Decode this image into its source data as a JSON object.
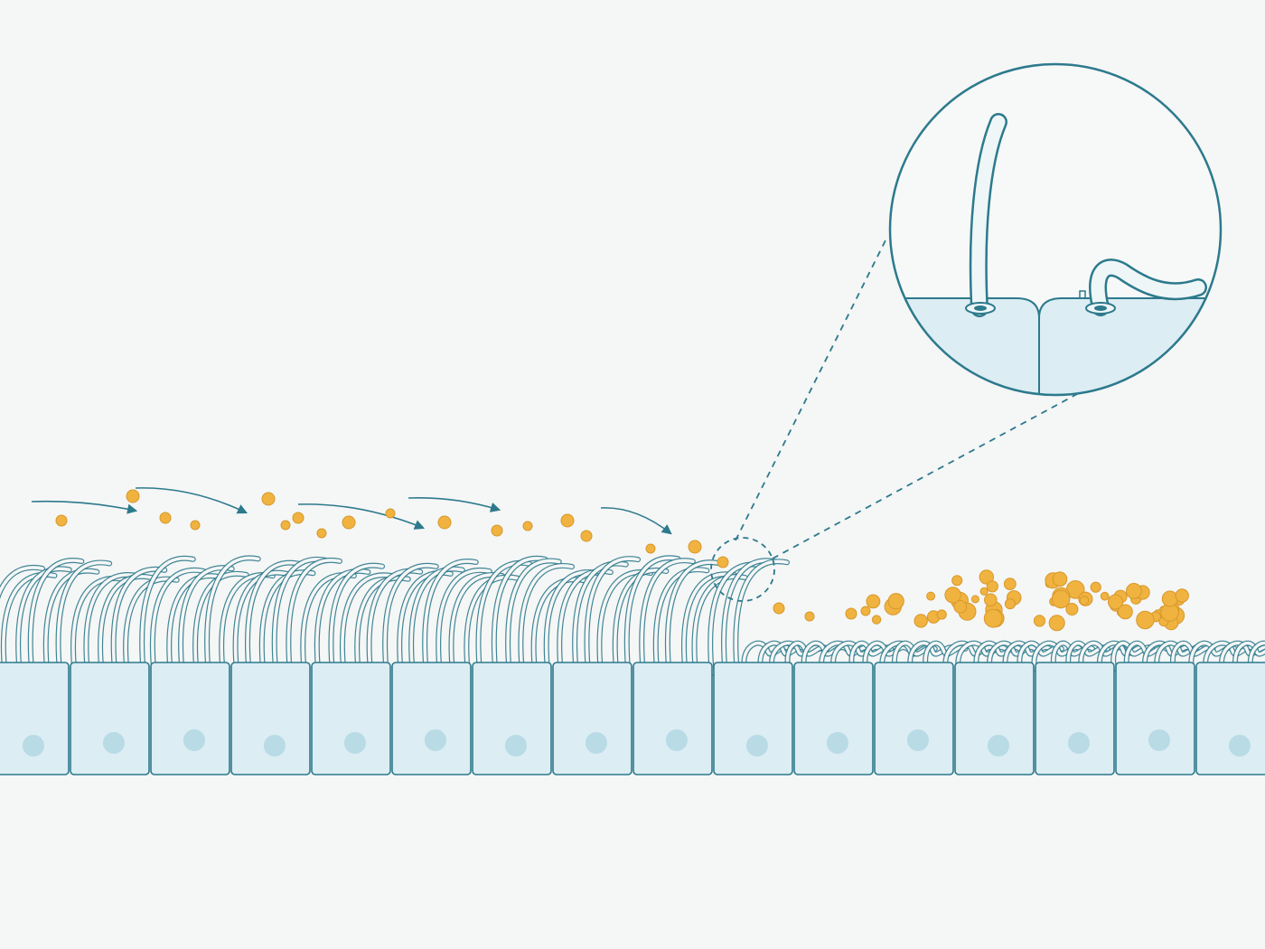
{
  "colors": {
    "background": "#f5f6f6",
    "outline": "#2c7a8c",
    "cell_fill": "#dcedf3",
    "nucleus": "#b8dbe6",
    "particle": "#f0b340",
    "particle_stroke": "#d7982b"
  },
  "epithelium": {
    "cell_count": 16,
    "healthy_cell_count": 9,
    "nucleus_visible": true
  },
  "cilia": {
    "upright_count": 56,
    "damaged_count": 34,
    "state_left": "upright-beating",
    "state_right": "collapsed-tangled"
  },
  "flow": {
    "direction": "left-to-right",
    "arrow_count": 5
  },
  "particles": {
    "transported_count": 22,
    "accumulated_count": 60
  },
  "magnifier": {
    "shape": "circle",
    "connector_style": "dashed",
    "inset_left_cilium": "upright",
    "inset_right_cilium": "bent"
  }
}
